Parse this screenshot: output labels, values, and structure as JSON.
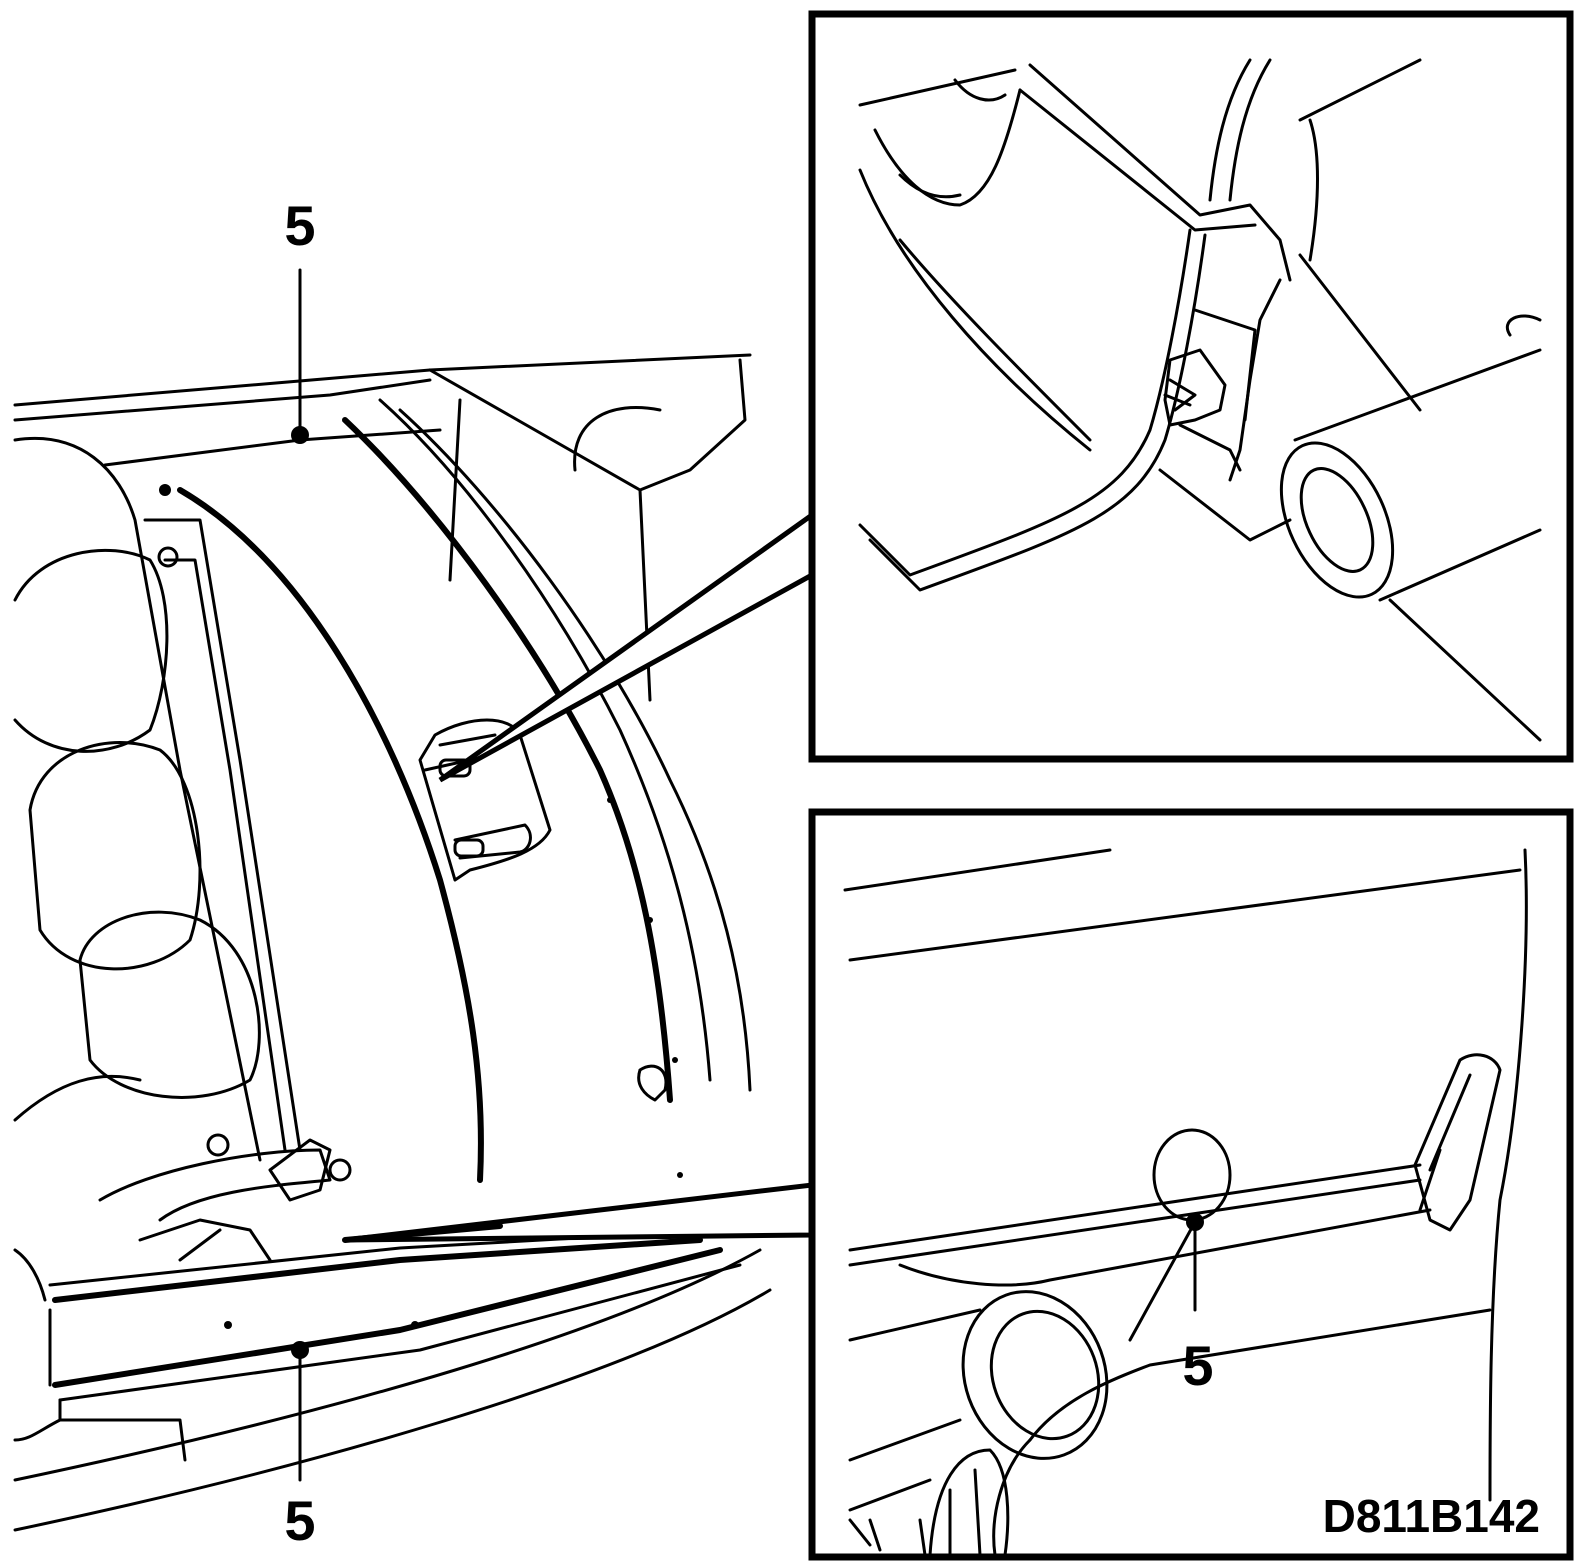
{
  "callouts": [
    {
      "label": "5"
    },
    {
      "label": "5"
    },
    {
      "label": "5"
    }
  ],
  "drawing_code": "D811B142"
}
